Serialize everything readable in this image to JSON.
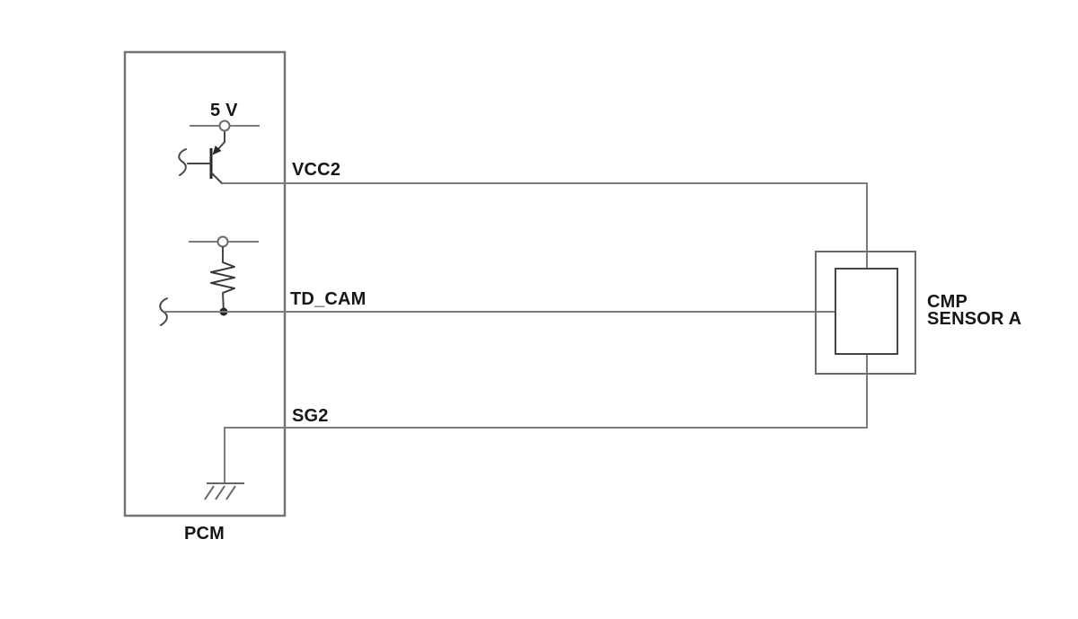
{
  "diagram": {
    "type": "automotive-wiring-schematic",
    "pcm": {
      "label": "PCM"
    },
    "sensor": {
      "name_line1": "CMP",
      "name_line2": "SENSOR A"
    },
    "signals": {
      "supply": "5 V",
      "vcc2": "VCC2",
      "td_cam": "TD_CAM",
      "sg2": "SG2"
    },
    "components": [
      "pnp-transistor-icon",
      "pullup-resistor-icon",
      "terminal-circle-icon",
      "junction-dot-icon",
      "ground-icon",
      "wire-break-icon"
    ],
    "colors": {
      "background": "#ffffff",
      "wire": "#7d7d7d",
      "outline": "#787273",
      "component": "#3c3737",
      "text": "#161616"
    }
  }
}
